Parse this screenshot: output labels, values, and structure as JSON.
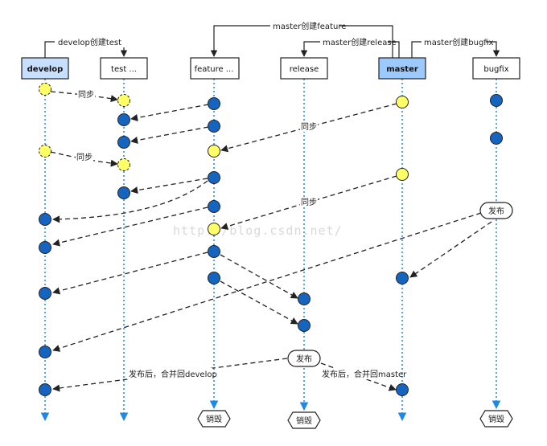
{
  "branches": [
    {
      "key": "develop",
      "label": "develop",
      "highlight": true,
      "bold": true
    },
    {
      "key": "test",
      "label": "test ...",
      "highlight": false,
      "bold": false
    },
    {
      "key": "feature",
      "label": "feature ...",
      "highlight": false,
      "bold": false
    },
    {
      "key": "release",
      "label": "release",
      "highlight": false,
      "bold": false
    },
    {
      "key": "master",
      "label": "master",
      "highlight": true,
      "bold": true
    },
    {
      "key": "bugfix",
      "label": "bugfix",
      "highlight": false,
      "bold": false
    }
  ],
  "create_labels": {
    "develop_test": "develop创建test",
    "master_feature": "master创建feature",
    "master_release": "master创建release",
    "master_bugfix": "master创建bugfix"
  },
  "sync_label": "同步",
  "publish_label": "发布",
  "destroy_label": "销毁",
  "merge_develop_label": "发布后，合并回develop",
  "merge_master_label": "发布后，合并回master",
  "watermark": "http://blog.csdn.net/",
  "colors": {
    "commit": "#1565c0",
    "sync_commit": "#ffff66",
    "highlight_box": "#c7e0ff",
    "lifeline": "#1e88e5",
    "line": "#222222"
  }
}
